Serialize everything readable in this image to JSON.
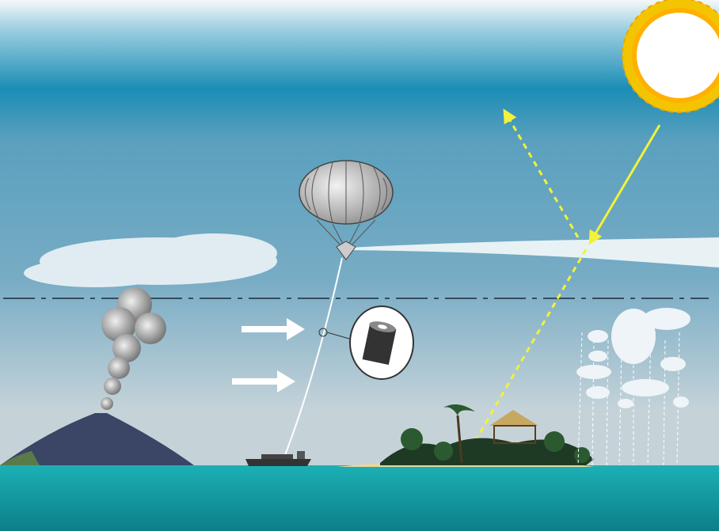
{
  "colors": {
    "sky_top": "#f4f8fa",
    "sky_band": "#1b8db5",
    "sky_mid": "#6aa8c4",
    "sky_low": "#bcd0d8",
    "sea": "#11a0a8",
    "sea_deep": "#0c7f88",
    "sun": "#ffffff",
    "sun_rays": "#f4c400",
    "ray_arrow": "#f2f23a",
    "aerosol_plume": "#f5f9fb",
    "volcano": "#3b4566",
    "sand": "#e8d79a",
    "wind_arrow": "#ffffff"
  },
  "icons": [
    "sun-icon",
    "balloon-icon",
    "tether-hose",
    "pipe-inset-icon",
    "volcano-icon",
    "ash-plume",
    "ship-icon",
    "island-icon",
    "cloud-icon",
    "wind-arrow-icon",
    "reflected-light-arrow",
    "incoming-light-arrow"
  ]
}
